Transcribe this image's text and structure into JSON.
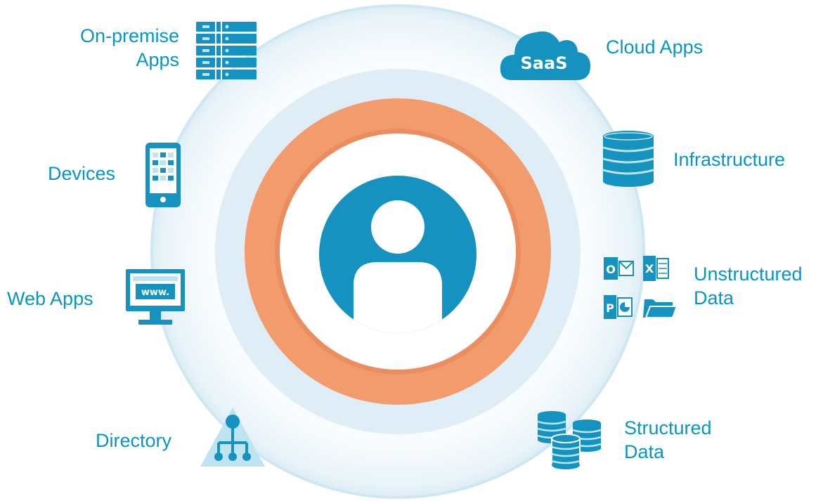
{
  "colors": {
    "accent": "#0796c4",
    "icon_blue": "#1592c0",
    "light_blue": "#bfe4f1",
    "inner_ring": "#dfeef6",
    "orange": "#f29b6d",
    "orange_dark": "#ea8d5f"
  },
  "center": {
    "icon": "user-icon"
  },
  "items": {
    "onprem": {
      "line1": "On-premise",
      "line2": "Apps",
      "icon": "server-icon"
    },
    "cloud": {
      "label": "Cloud Apps",
      "badge": "SaaS",
      "icon": "cloud-icon"
    },
    "devices": {
      "label": "Devices",
      "icon": "mobile-device-icon"
    },
    "infrastructure": {
      "label": "Infrastructure",
      "icon": "database-icon"
    },
    "webapps": {
      "label": "Web Apps",
      "screen_text": "www.",
      "icon": "monitor-icon"
    },
    "unstructured": {
      "line1": "Unstructured",
      "line2": "Data",
      "icon": "office-files-icon",
      "tiles": {
        "outlook": "O",
        "excel": "X",
        "powerpoint": "P"
      }
    },
    "directory": {
      "label": "Directory",
      "icon": "directory-tree-icon"
    },
    "structured": {
      "line1": "Structured",
      "line2": "Data",
      "icon": "databases-icon"
    }
  }
}
